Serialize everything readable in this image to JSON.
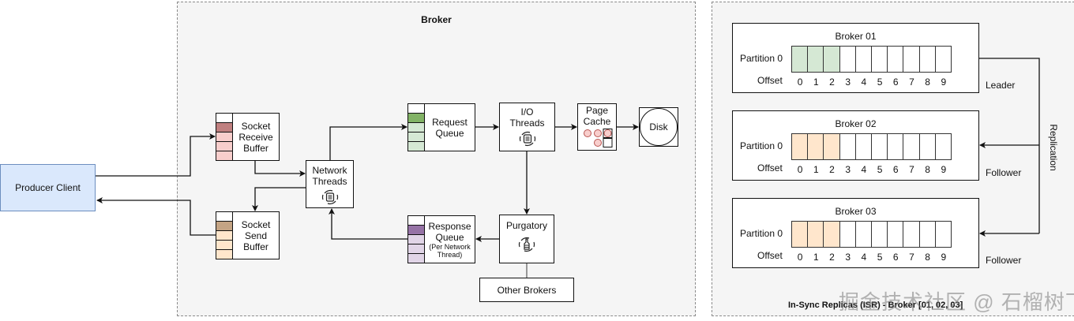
{
  "producer": {
    "label": "Producer Client",
    "color": "#dae8fc",
    "border": "#6c8ebf"
  },
  "broker": {
    "title": "Broker",
    "socket_receive": {
      "label_lines": [
        "Socket",
        "Receive",
        "Buffer"
      ],
      "top_cell_color": "#c08080",
      "cell_color": "#f8cecc"
    },
    "socket_send": {
      "label_lines": [
        "Socket",
        "Send",
        "Buffer"
      ],
      "top_cell_color": "#c4a484",
      "cell_color": "#ffe6cc"
    },
    "network_threads": {
      "label_lines": [
        "Network",
        "Threads"
      ],
      "icon": "thread-cycle-icon"
    },
    "request_queue": {
      "label_lines": [
        "Request",
        "Queue"
      ],
      "top_cell_color": "#82b366",
      "cell_color": "#d5e8d4"
    },
    "response_queue": {
      "label_lines": [
        "Response",
        "Queue"
      ],
      "sub_lines": [
        "(Per Network",
        "Thread)"
      ],
      "top_cell_color": "#9673a6",
      "cell_color": "#e1d5e7"
    },
    "io_threads": {
      "label_lines": [
        "I/O",
        "Threads"
      ],
      "icon": "thread-cycle-icon"
    },
    "page_cache": {
      "label_lines": [
        "Page",
        "Cache"
      ]
    },
    "disk": {
      "label": "Disk"
    },
    "purgatory": {
      "label": "Purgatory",
      "icon": "bottle-cycle-icon"
    },
    "other_brokers": {
      "label": "Other Brokers"
    }
  },
  "isr": {
    "caption": "In-Sync Replicas (ISR) - Broker [01, 02, 03]",
    "replication_label": "Replication",
    "partition_label": "Partition 0",
    "offset_label": "Offset",
    "offsets": [
      "0",
      "1",
      "2",
      "3",
      "4",
      "5",
      "6",
      "7",
      "8",
      "9"
    ],
    "brokers": [
      {
        "name": "Broker 01",
        "role": "Leader",
        "filled_count": 3,
        "fill_color": "#d5e8d4"
      },
      {
        "name": "Broker 02",
        "role": "Follower",
        "filled_count": 3,
        "fill_color": "#ffe6cc"
      },
      {
        "name": "Broker 03",
        "role": "Follower",
        "filled_count": 3,
        "fill_color": "#ffe6cc"
      }
    ]
  },
  "watermark": "掘金技术社区 @ 石榴树下"
}
